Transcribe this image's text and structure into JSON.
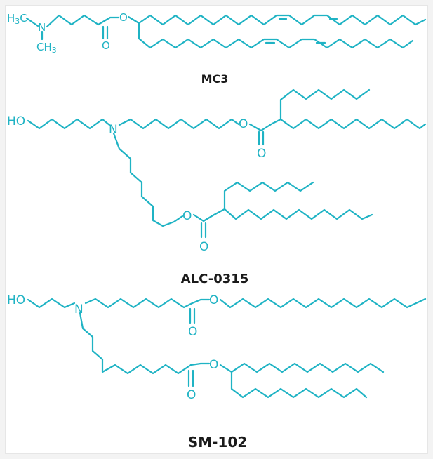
{
  "molecules": {
    "mc3": {
      "name": "MC3",
      "atoms": {
        "h3c": "H",
        "h3c_sub": "3",
        "h3c_c": "C",
        "n": "N",
        "ch3_c": "CH",
        "ch3_sub": "3",
        "o_carbonyl": "O",
        "o_ester": "O"
      }
    },
    "alc0315": {
      "name": "ALC-0315",
      "atoms": {
        "ho": "HO",
        "n": "N",
        "o_ester1": "O",
        "o_carbonyl1": "O",
        "o_ester2": "O",
        "o_carbonyl2": "O"
      }
    },
    "sm102": {
      "name": "SM-102",
      "atoms": {
        "ho": "HO",
        "n": "N",
        "o_carbonyl1": "O",
        "o_ester1": "O",
        "o_carbonyl2": "O",
        "o_ester2": "O"
      }
    }
  },
  "colors": {
    "structure": "#1fb3c4",
    "label": "#1a1a1a",
    "background": "#ffffff"
  }
}
